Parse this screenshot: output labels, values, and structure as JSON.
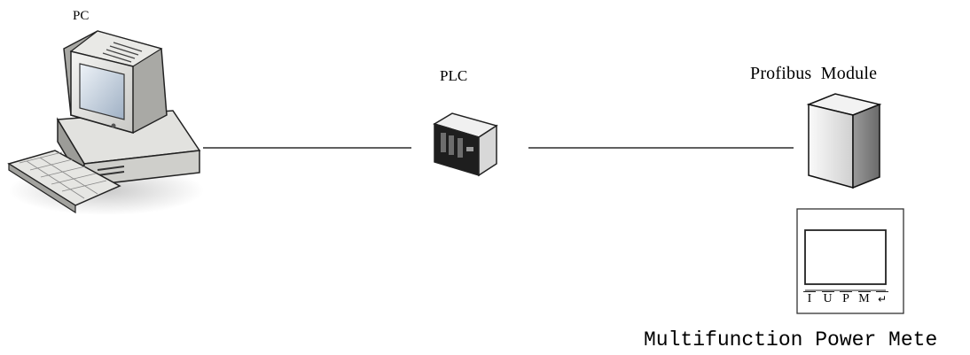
{
  "diagram": {
    "nodes": [
      {
        "id": "pc",
        "label": "PC",
        "icon": "desktop-computer-icon"
      },
      {
        "id": "plc",
        "label": "PLC",
        "icon": "plc-tower-icon"
      },
      {
        "id": "profibus",
        "label": "Profibus  Module",
        "icon": "server-box-icon"
      },
      {
        "id": "meter",
        "label": "Multifunction Power Mete",
        "icon": "power-meter-icon"
      }
    ],
    "meter_buttons": [
      "I",
      "U",
      "P",
      "M",
      "↵"
    ],
    "edges": [
      {
        "from": "pc",
        "to": "plc"
      },
      {
        "from": "plc",
        "to": "profibus"
      }
    ]
  }
}
